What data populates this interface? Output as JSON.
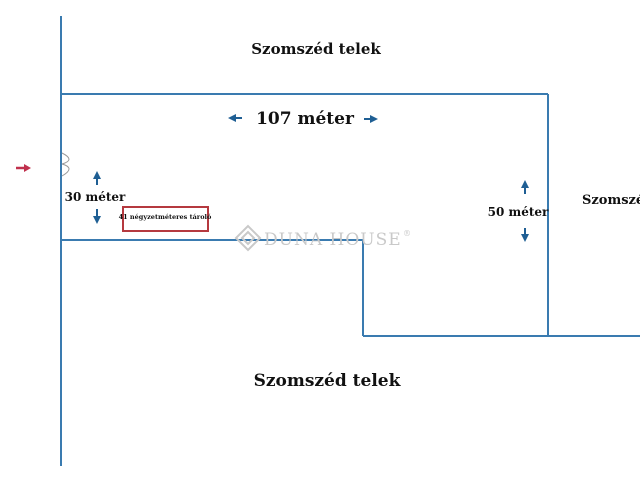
{
  "labels": {
    "neighbor_top": "Szomszéd telek",
    "neighbor_right": "Szomszé",
    "neighbor_bottom": "Szomszéd telek",
    "length_top": "107 méter",
    "length_left": "30 méter",
    "length_right": "50 méter",
    "storage": "41 négyzetméteres tároló"
  },
  "watermark": {
    "text": "DUNA HOUSE",
    "registered_mark": "®"
  },
  "colors": {
    "boundary": "#3a7bb0",
    "arrow": "#1f5f94",
    "entrance_arrow": "#c0304d",
    "storage_border": "#b5393f",
    "watermark": "#c9c9c9"
  },
  "icons": {
    "entrance": "arrow-right-icon",
    "dimension": "double-arrow-icon",
    "gate": "gate-swing-icon",
    "logo": "duna-house-logo-icon"
  }
}
